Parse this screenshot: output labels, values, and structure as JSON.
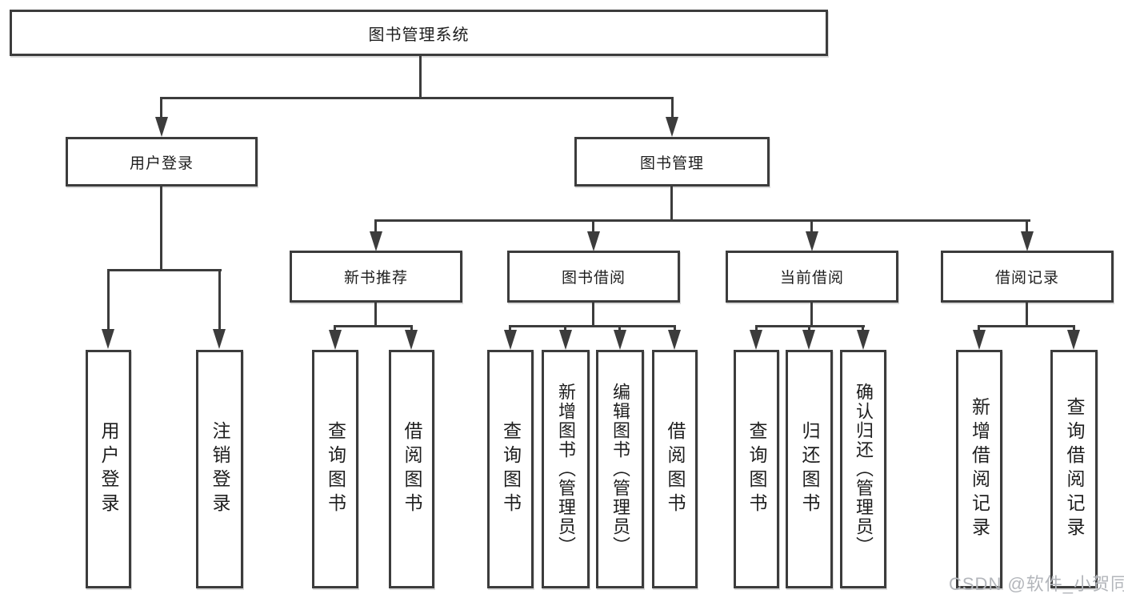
{
  "diagram": {
    "root": {
      "label": "图书管理系统"
    },
    "level2": [
      {
        "label": "用户登录"
      },
      {
        "label": "图书管理"
      }
    ],
    "level3": [
      {
        "label": "新书推荐",
        "parent": "图书管理"
      },
      {
        "label": "图书借阅",
        "parent": "图书管理"
      },
      {
        "label": "当前借阅",
        "parent": "图书管理"
      },
      {
        "label": "借阅记录",
        "parent": "图书管理"
      }
    ],
    "level4": [
      {
        "label": "用户登录",
        "parent": "用户登录"
      },
      {
        "label": "注销登录",
        "parent": "用户登录"
      },
      {
        "label": "查询图书",
        "parent": "新书推荐"
      },
      {
        "label": "借阅图书",
        "parent": "新书推荐"
      },
      {
        "label": "查询图书",
        "parent": "图书借阅"
      },
      {
        "label": "新增图书（管理员）",
        "parent": "图书借阅"
      },
      {
        "label": "编辑图书（管理员）",
        "parent": "图书借阅"
      },
      {
        "label": "借阅图书",
        "parent": "图书借阅"
      },
      {
        "label": "查询图书",
        "parent": "当前借阅"
      },
      {
        "label": "归还图书",
        "parent": "当前借阅"
      },
      {
        "label": "确认归还（管理员）",
        "parent": "当前借阅"
      },
      {
        "label": "新增借阅记录",
        "parent": "借阅记录"
      },
      {
        "label": "查询借阅记录",
        "parent": "借阅记录"
      }
    ]
  },
  "watermark": {
    "text": "CSDN @软件_小贺同学"
  },
  "colors": {
    "line": "#3c3c3c",
    "text": "#1e1e1e",
    "background": "#ffffff",
    "watermark": "#b3b6bb"
  }
}
